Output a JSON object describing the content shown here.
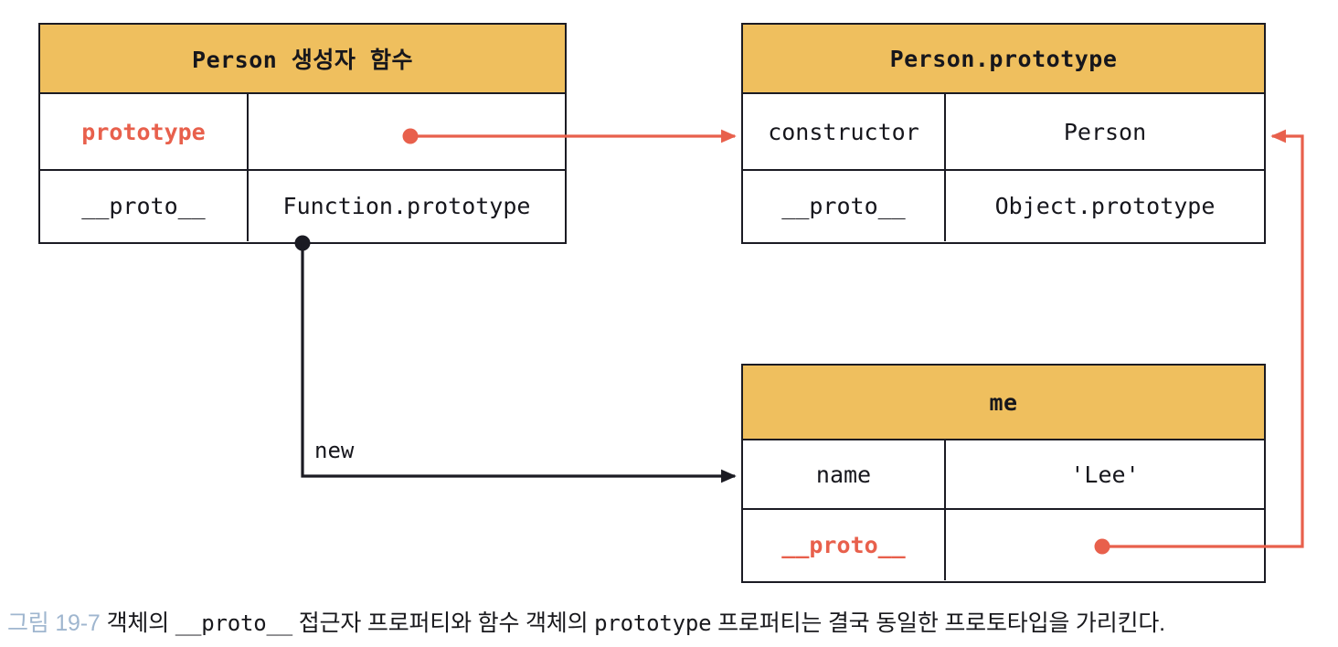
{
  "figure": {
    "caption_number": "그림 19-7",
    "caption_text_1": "객체의 ",
    "caption_mono_1": "__proto__",
    "caption_text_2": " 접근자 프로퍼티와 함수 객체의 ",
    "caption_mono_2": "prototype",
    "caption_text_3": " 프로퍼티는 결국 동일한 프로토타입을 가리킨다.",
    "caption_full": "그림 19-7 객체의 __proto__ 접근자 프로퍼티와 함수 객체의 prototype 프로퍼티는 결국 동일한 프로토타입을 가리킨다."
  },
  "colors": {
    "header_fill": "#EFBF5E",
    "accent_red": "#E8604C",
    "border": "#1b1b23",
    "caption_number": "#9fb6cf",
    "paper": "#ffffff"
  },
  "tables": {
    "person_function": {
      "title": "Person 생성자 함수",
      "rows": [
        {
          "key": "prototype",
          "key_accent": true,
          "value": ""
        },
        {
          "key": "__proto__",
          "key_accent": false,
          "value": "Function.prototype"
        }
      ]
    },
    "person_prototype": {
      "title": "Person.prototype",
      "rows": [
        {
          "key": "constructor",
          "key_accent": false,
          "value": "Person"
        },
        {
          "key": "__proto__",
          "key_accent": false,
          "value": "Object.prototype"
        }
      ]
    },
    "me_object": {
      "title": "me",
      "rows": [
        {
          "key": "name",
          "key_accent": false,
          "value": "'Lee'"
        },
        {
          "key": "__proto__",
          "key_accent": true,
          "value": ""
        }
      ]
    }
  },
  "connectors": {
    "prototype_to_prototype": {
      "label": "",
      "color": "#E8604C"
    },
    "new_instance": {
      "label": "new",
      "color": "#1b1b23"
    },
    "proto_to_prototype": {
      "label": "",
      "color": "#E8604C"
    }
  }
}
